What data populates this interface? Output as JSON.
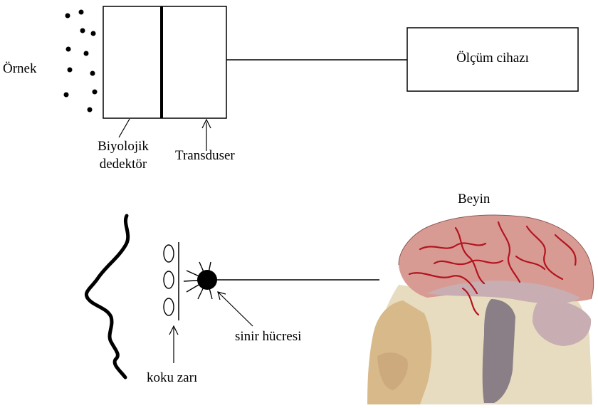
{
  "labels": {
    "sample": "Örnek",
    "bio_detector_line1": "Biyolojik",
    "bio_detector_line2": "dedektör",
    "transducer": "Transduser",
    "measuring_device": "Ölçüm cihazı",
    "brain": "Beyin",
    "nerve_cell": "sinir hücresi",
    "olfactory_membrane": "koku zarı"
  },
  "colors": {
    "line": "#000000",
    "brain_pink": "#d89b94",
    "artery_red": "#b3141e",
    "skull_bone": "#e7dcc0",
    "face_tan": "#d8b98a",
    "brainstem": "#8a7f86",
    "cerebellum": "#c8aeb2"
  }
}
